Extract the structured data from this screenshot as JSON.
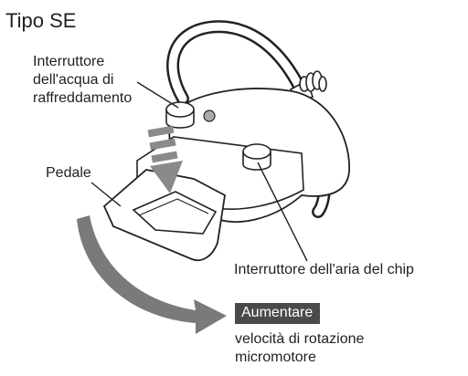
{
  "title": "Tipo SE",
  "labels": {
    "water_switch": [
      "Interruttore",
      "dell'acqua di",
      "raffreddamento"
    ],
    "pedal": "Pedale",
    "chip_air_switch": "Interruttore dell'aria del chip",
    "increase_badge": "Aumentare",
    "speed_description": [
      "velocità di rotazione",
      "micromotore"
    ]
  },
  "colors": {
    "badge_bg": "#4a4a4a",
    "arrow": "#777777",
    "line": "#222222"
  }
}
